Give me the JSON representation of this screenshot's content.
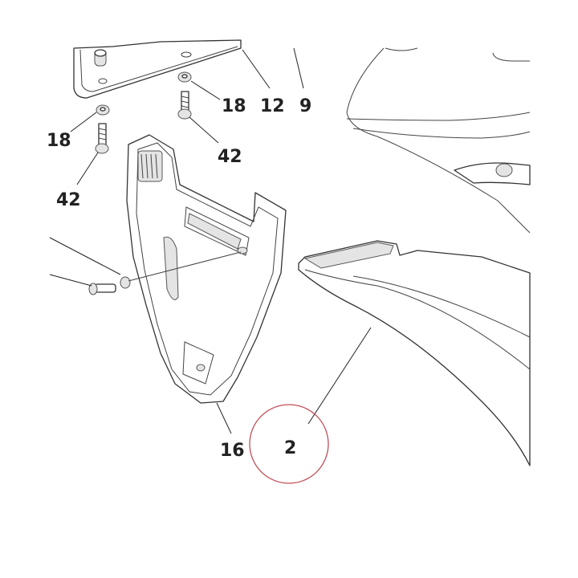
{
  "callouts": {
    "c18_right": "18",
    "c12": "12",
    "c9": "9",
    "c18_left": "18",
    "c42_right": "42",
    "c42_left": "42",
    "c16": "16",
    "c2": "2"
  },
  "colors": {
    "line": "#333333",
    "highlight_circle": "#c0505a",
    "background": "#ffffff"
  }
}
